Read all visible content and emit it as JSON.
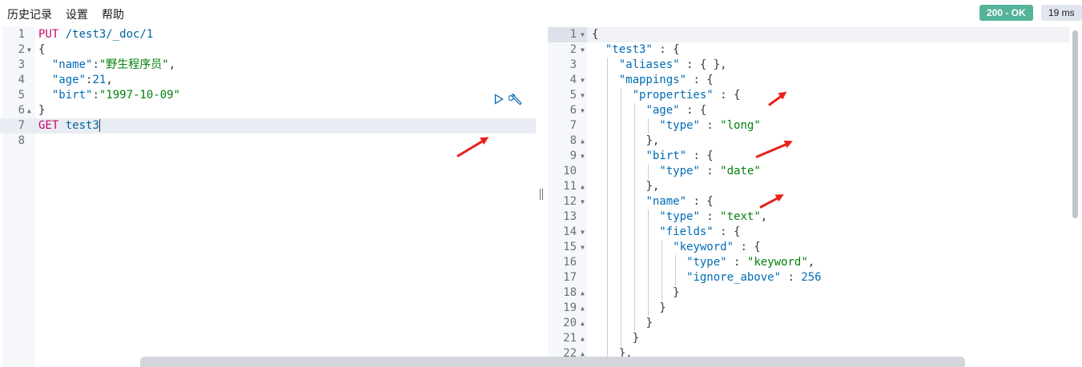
{
  "menu": {
    "history": "历史记录",
    "settings": "设置",
    "help": "帮助"
  },
  "status": {
    "code": "200 - OK",
    "time": "19 ms"
  },
  "colors": {
    "method": "#c80a68",
    "string": "#00800a",
    "key": "#006bb4",
    "arrow": "#e8201a",
    "ok": "#54b399"
  },
  "request": {
    "line1": {
      "num": "1",
      "method": "PUT",
      "url": " /test3/_doc/1"
    },
    "line2": {
      "num": "2",
      "text": "{"
    },
    "line3": {
      "num": "3",
      "key": "\"name\"",
      "sep": ":",
      "val": "\"野生程序员\"",
      "tail": ","
    },
    "line4": {
      "num": "4",
      "key": "\"age\"",
      "sep": ":",
      "val": "21",
      "tail": ","
    },
    "line5": {
      "num": "5",
      "key": "\"birt\"",
      "sep": ":",
      "val": "\"1997-10-09\""
    },
    "line6": {
      "num": "6",
      "text": "}"
    },
    "line7": {
      "num": "7",
      "method": "GET",
      "url": " test3"
    },
    "line8": {
      "num": "8"
    }
  },
  "request_actions": {
    "run_icon": "play-icon",
    "settings_icon": "wrench-icon"
  },
  "response": {
    "l1": {
      "num": "1",
      "text": "{"
    },
    "l2": {
      "num": "2",
      "key": "\"test3\"",
      "rest": " : {"
    },
    "l3": {
      "num": "3",
      "key": "\"aliases\"",
      "rest": " : { },"
    },
    "l4": {
      "num": "4",
      "key": "\"mappings\"",
      "rest": " : {"
    },
    "l5": {
      "num": "5",
      "key": "\"properties\"",
      "rest": " : {"
    },
    "l6": {
      "num": "6",
      "key": "\"age\"",
      "rest": " : {"
    },
    "l7": {
      "num": "7",
      "key": "\"type\"",
      "mid": " : ",
      "val": "\"long\""
    },
    "l8": {
      "num": "8",
      "text": "},"
    },
    "l9": {
      "num": "9",
      "key": "\"birt\"",
      "rest": " : {"
    },
    "l10": {
      "num": "10",
      "key": "\"type\"",
      "mid": " : ",
      "val": "\"date\""
    },
    "l11": {
      "num": "11",
      "text": "},"
    },
    "l12": {
      "num": "12",
      "key": "\"name\"",
      "rest": " : {"
    },
    "l13": {
      "num": "13",
      "key": "\"type\"",
      "mid": " : ",
      "val": "\"text\"",
      "tail": ","
    },
    "l14": {
      "num": "14",
      "key": "\"fields\"",
      "rest": " : {"
    },
    "l15": {
      "num": "15",
      "key": "\"keyword\"",
      "rest": " : {"
    },
    "l16": {
      "num": "16",
      "key": "\"type\"",
      "mid": " : ",
      "val": "\"keyword\"",
      "tail": ","
    },
    "l17": {
      "num": "17",
      "key": "\"ignore_above\"",
      "mid": " : ",
      "val": "256"
    },
    "l18": {
      "num": "18",
      "text": "}"
    },
    "l19": {
      "num": "19",
      "text": "}"
    },
    "l20": {
      "num": "20",
      "text": "}"
    },
    "l21": {
      "num": "21",
      "text": "}"
    },
    "l22": {
      "num": "22",
      "text": "},"
    }
  }
}
